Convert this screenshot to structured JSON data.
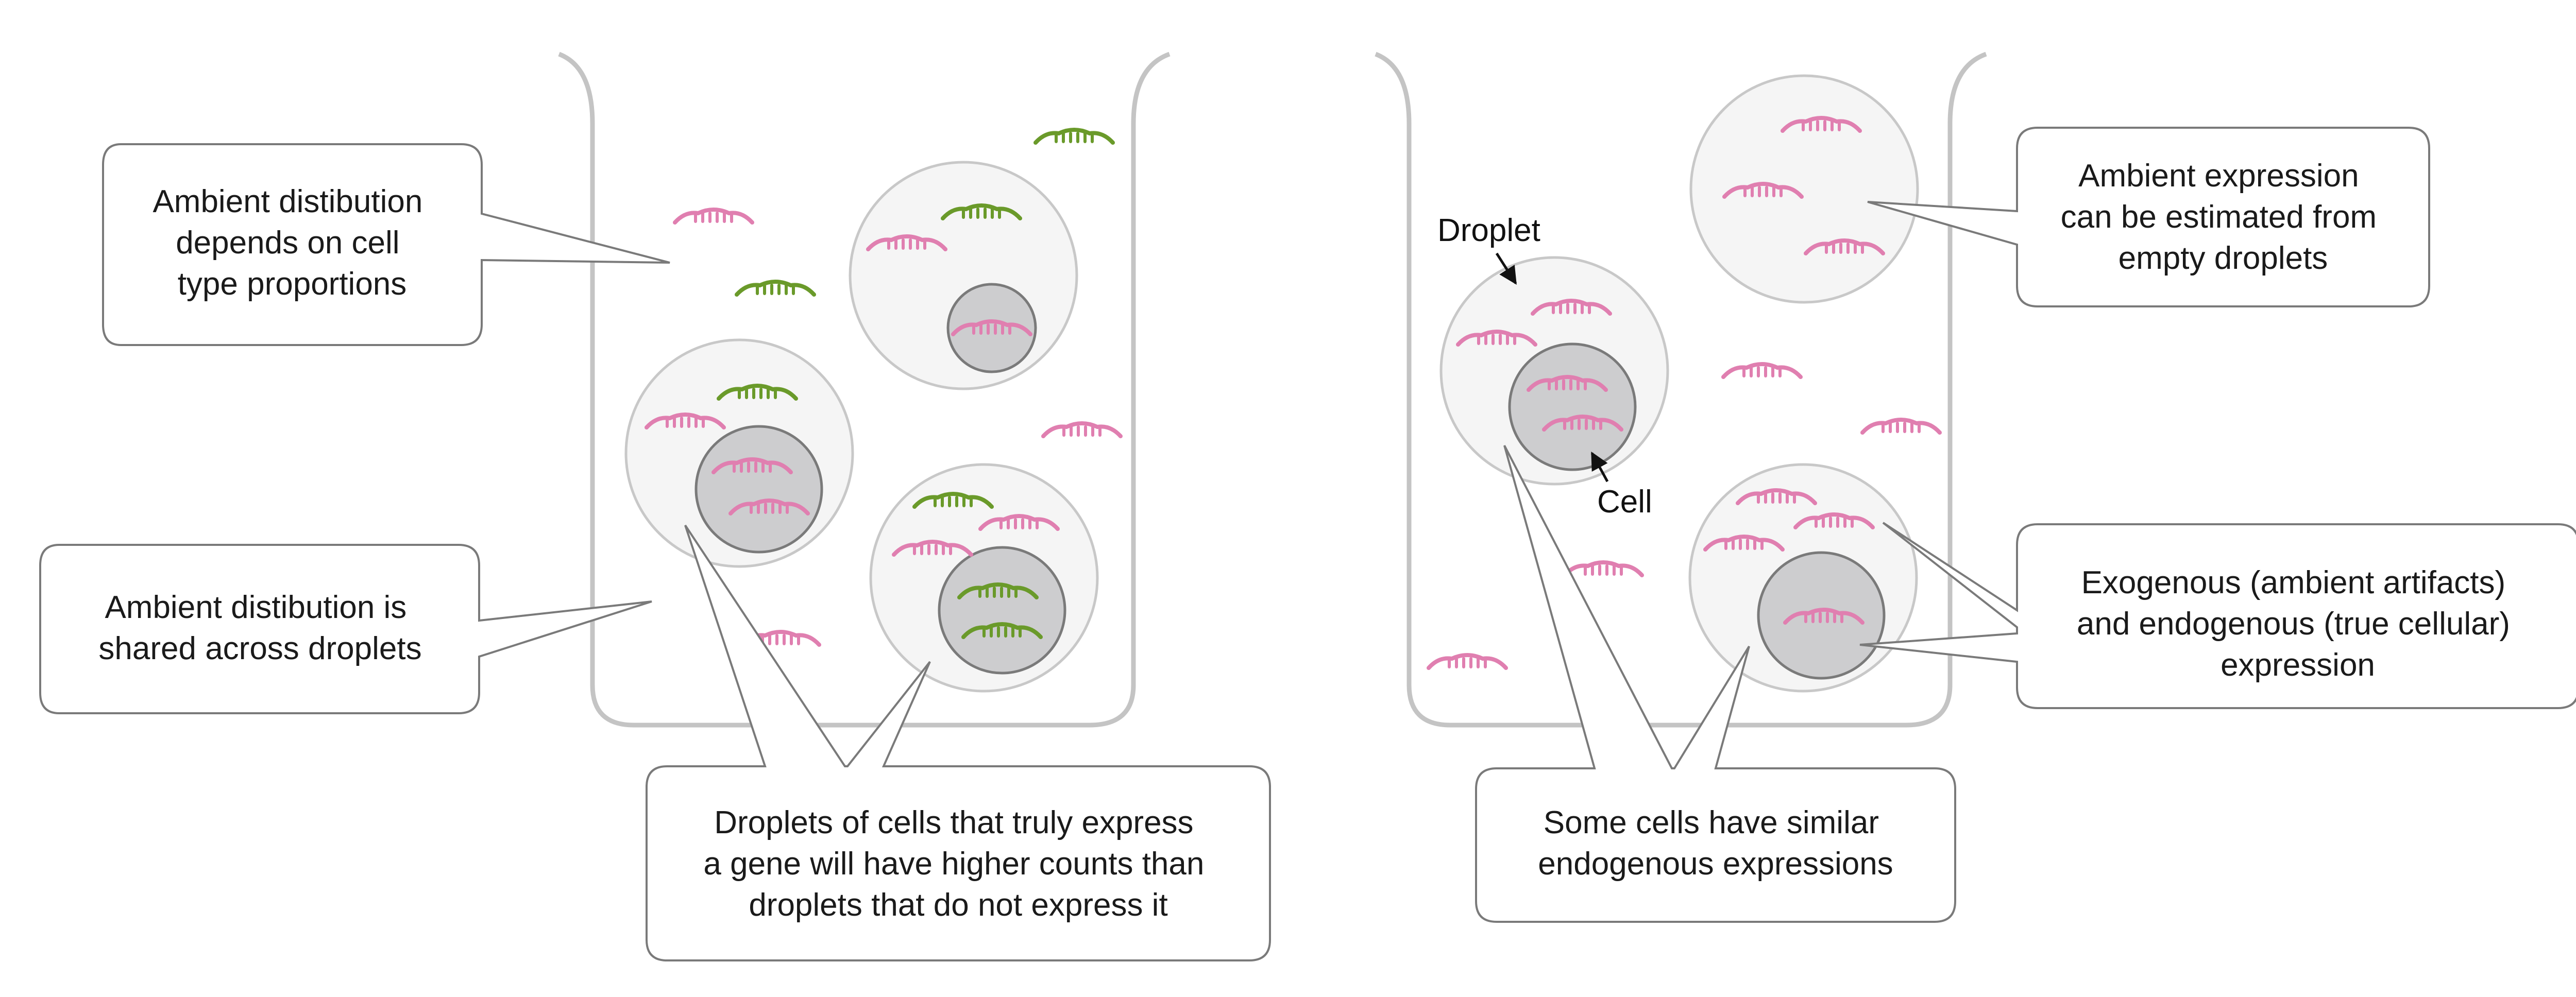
{
  "colors": {
    "pink_rna": "#e07fb0",
    "green_rna": "#6a9a2a",
    "droplet_fill": "#f5f5f5",
    "droplet_stroke": "#c8c8c8",
    "cell_fill": "#cdcdcf",
    "cell_stroke": "#7a7a7a",
    "container_stroke": "#c4c4c4",
    "callout_stroke": "#7a7a7a"
  },
  "icons": [
    "pink-rna-icon",
    "green-rna-icon"
  ],
  "labels": {
    "droplet": "Droplet",
    "cell": "Cell"
  },
  "callouts": {
    "ambient_depends": [
      "Ambient distibution",
      "depends on cell",
      "type proportions"
    ],
    "ambient_shared": [
      "Ambient distibution is",
      "shared across droplets"
    ],
    "higher_counts": [
      "Droplets of cells that truly express",
      "a gene will have higher counts than",
      "droplets that do not express it"
    ],
    "estimated_empty": [
      "Ambient expression",
      "can be estimated from",
      "empty droplets"
    ],
    "exo_endo": [
      "Exogenous (ambient artifacts)",
      "and endogenous (true cellular)",
      "expression"
    ],
    "similar_endo": [
      "Some cells have similar",
      "endogenous expressions"
    ]
  }
}
